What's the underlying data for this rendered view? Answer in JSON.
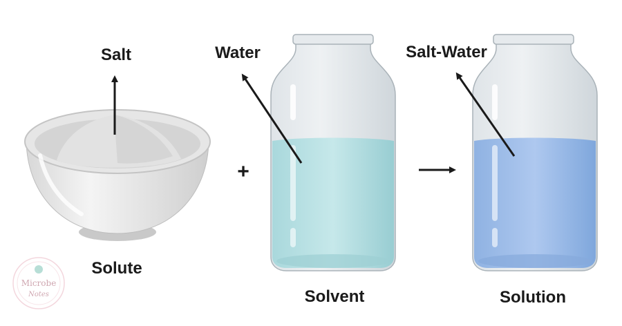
{
  "labels": {
    "salt": "Salt",
    "water": "Water",
    "salt_water": "Salt-Water",
    "solute": "Solute",
    "solvent": "Solvent",
    "solution": "Solution"
  },
  "operators": {
    "plus": "+"
  },
  "watermark": {
    "line1": "Microbe",
    "line2": "Notes"
  },
  "colors": {
    "water": "#bfe3e6",
    "salt_water": "#a9c5ec",
    "bowl": "#ebebeb",
    "salt": "#dcdcdc",
    "arrow": "#1a1a1a"
  }
}
